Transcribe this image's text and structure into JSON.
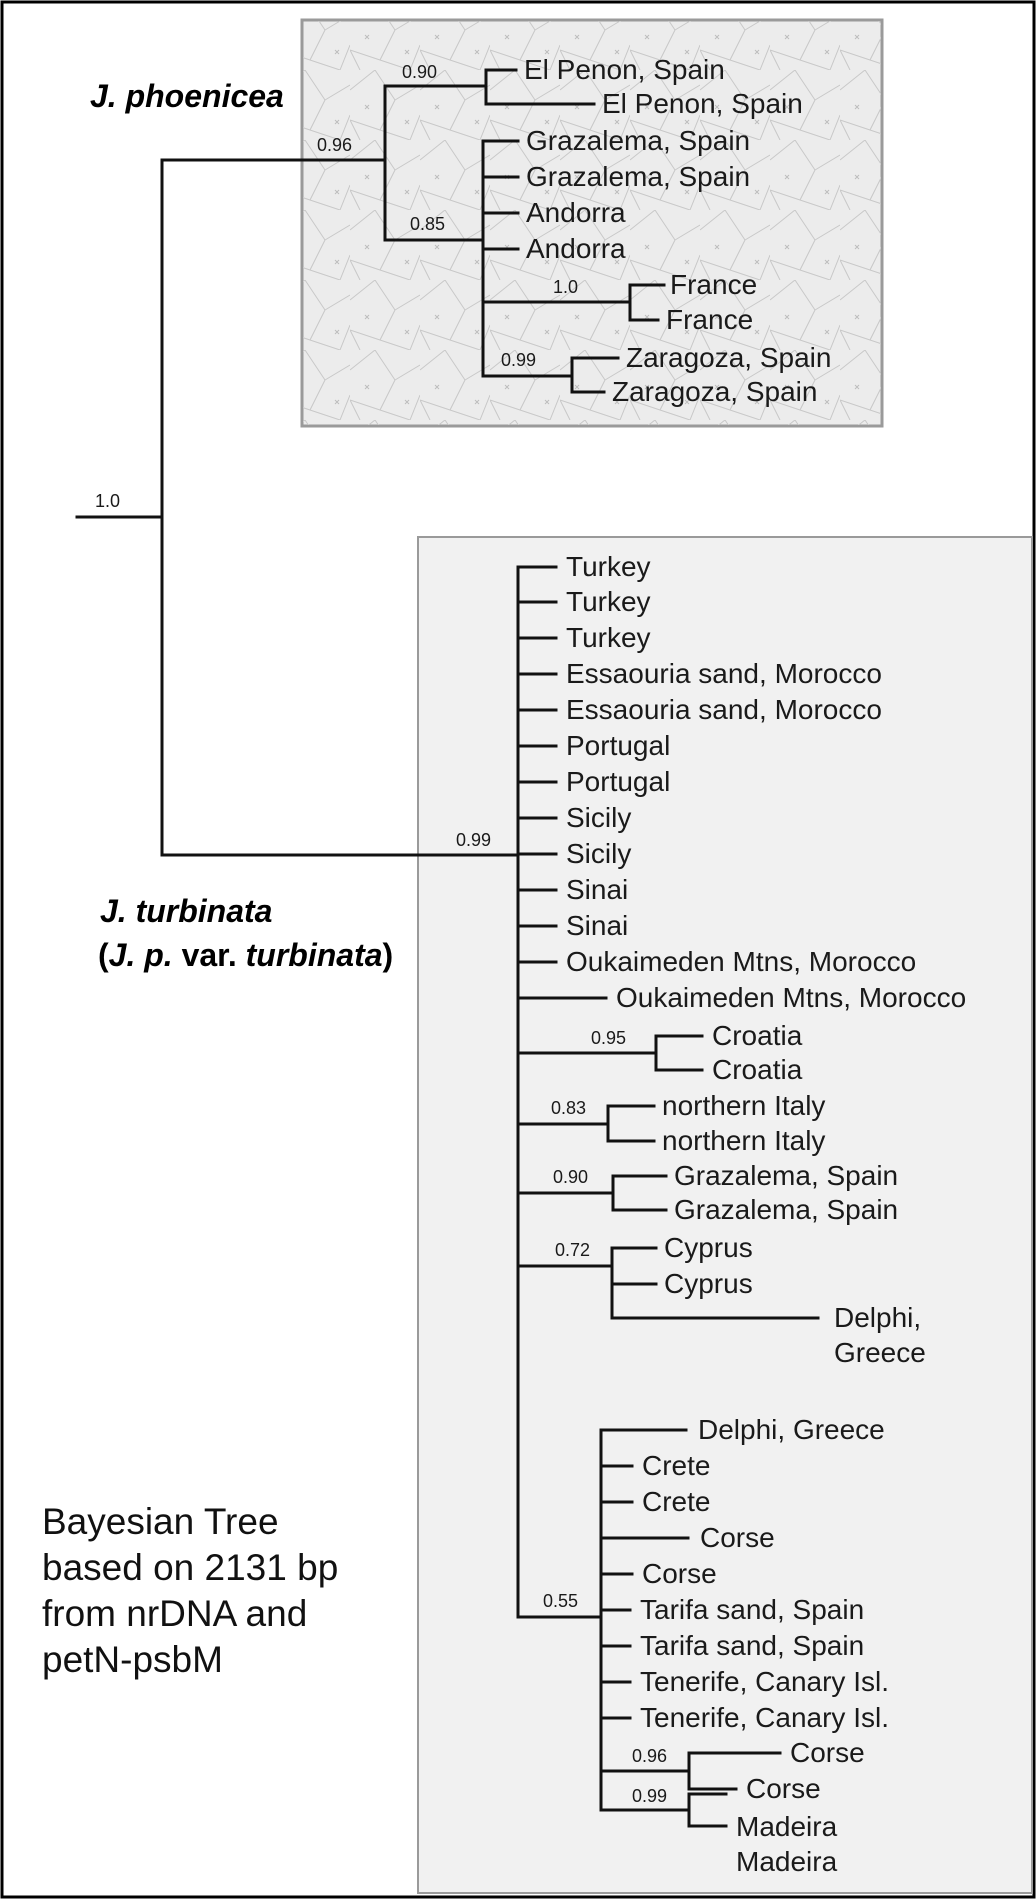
{
  "labels": {
    "phoenicea": "J. phoenicea",
    "turbinata_line1": "J. turbinata",
    "turbinata_line2_open": "(",
    "turbinata_line2_italic": "J. p.",
    "turbinata_line2_mid": " var. ",
    "turbinata_line2_italic2": "turbinata",
    "turbinata_line2_close": ")"
  },
  "note": [
    "Bayesian Tree",
    "based on 2131 bp",
    "from nrDNA and",
    "petN-psbM"
  ],
  "tree": {
    "support": {
      "root": "1.0",
      "phoenicea": "0.96",
      "el_penon": "0.90",
      "phoen_sub": "0.85",
      "france": "1.0",
      "zaragoza": "0.99",
      "turbinata": "0.99",
      "croatia": "0.95",
      "n_italy": "0.83",
      "grazalema2": "0.90",
      "cyprus": "0.72",
      "delphi_crete": "0.55",
      "corse": "0.96",
      "madeira": "0.99"
    },
    "leaves": {
      "el_penon_1": "El Penon, Spain",
      "el_penon_2": "El Penon, Spain",
      "grazalema_1": "Grazalema, Spain",
      "grazalema_2": "Grazalema, Spain",
      "andorra_1": "Andorra",
      "andorra_2": "Andorra",
      "france_1": "France",
      "france_2": "France",
      "zaragoza_1": "Zaragoza, Spain",
      "zaragoza_2": "Zaragoza, Spain",
      "turkey_1": "Turkey",
      "turkey_2": "Turkey",
      "turkey_3": "Turkey",
      "essaouria_1": "Essaouria sand, Morocco",
      "essaouria_2": "Essaouria sand, Morocco",
      "portugal_1": "Portugal",
      "portugal_2": "Portugal",
      "sicily_1": "Sicily",
      "sicily_2": "Sicily",
      "sinai_1": "Sinai",
      "sinai_2": "Sinai",
      "oukaimeden_1": "Oukaimeden Mtns, Morocco",
      "oukaimeden_2": "Oukaimeden Mtns, Morocco",
      "croatia_1": "Croatia",
      "croatia_2": "Croatia",
      "n_italy_1": "northern Italy",
      "n_italy_2": "northern Italy",
      "grazalema_3": "Grazalema, Spain",
      "grazalema_4": "Grazalema, Spain",
      "cyprus_1": "Cyprus",
      "cyprus_2": "Cyprus",
      "delphi_1a": "Delphi,",
      "delphi_1b": "Greece",
      "delphi_2": "Delphi, Greece",
      "crete_1": "Crete",
      "crete_2": "Crete",
      "corse_1": "Corse",
      "corse_2": "Corse",
      "tarifa_1": "Tarifa sand, Spain",
      "tarifa_2": "Tarifa sand, Spain",
      "tenerife_1": "Tenerife, Canary Isl.",
      "tenerife_2": "Tenerife, Canary Isl.",
      "corse_3": "Corse",
      "corse_4": "Corse",
      "madeira_1": "Madeira",
      "madeira_2": "Madeira"
    }
  }
}
